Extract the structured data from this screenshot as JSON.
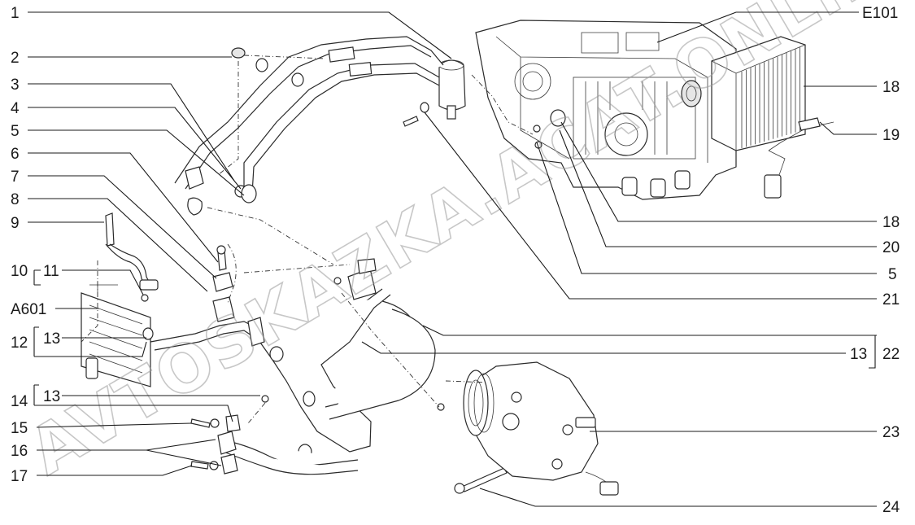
{
  "diagram": {
    "callouts_left": [
      "1",
      "2",
      "3",
      "4",
      "5",
      "6",
      "7",
      "8",
      "9",
      "10",
      "11",
      "A601",
      "12",
      "13",
      "14",
      "13",
      "15",
      "16",
      "17"
    ],
    "callouts_right": [
      "E101",
      "18",
      "19",
      "18",
      "20",
      "5",
      "21",
      "13",
      "22",
      "23",
      "24"
    ],
    "watermark": "AVTOSKAZKA.ACAT.ONLINE"
  }
}
